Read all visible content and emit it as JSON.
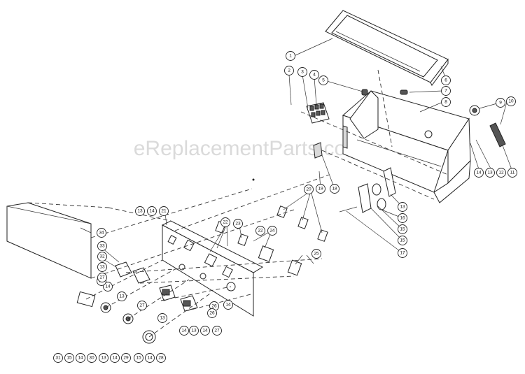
{
  "watermark": "eReplacementParts.com",
  "callouts": [
    "1",
    "2",
    "3",
    "4",
    "5",
    "6",
    "7",
    "8",
    "9",
    "10",
    "11",
    "12",
    "13",
    "14",
    "13",
    "15",
    "16",
    "17",
    "18",
    "19",
    "20",
    "20",
    "21",
    "22",
    "23",
    "24",
    "22",
    "25",
    "26",
    "14",
    "27",
    "13",
    "14",
    "27",
    "13",
    "14",
    "13",
    "14",
    "27",
    "26",
    "31",
    "15",
    "14",
    "30",
    "13",
    "14",
    "29",
    "15",
    "14",
    "28",
    "34",
    "33",
    "32",
    "13",
    "27",
    "14",
    "15",
    "16",
    "15",
    "12",
    "13",
    "14"
  ]
}
